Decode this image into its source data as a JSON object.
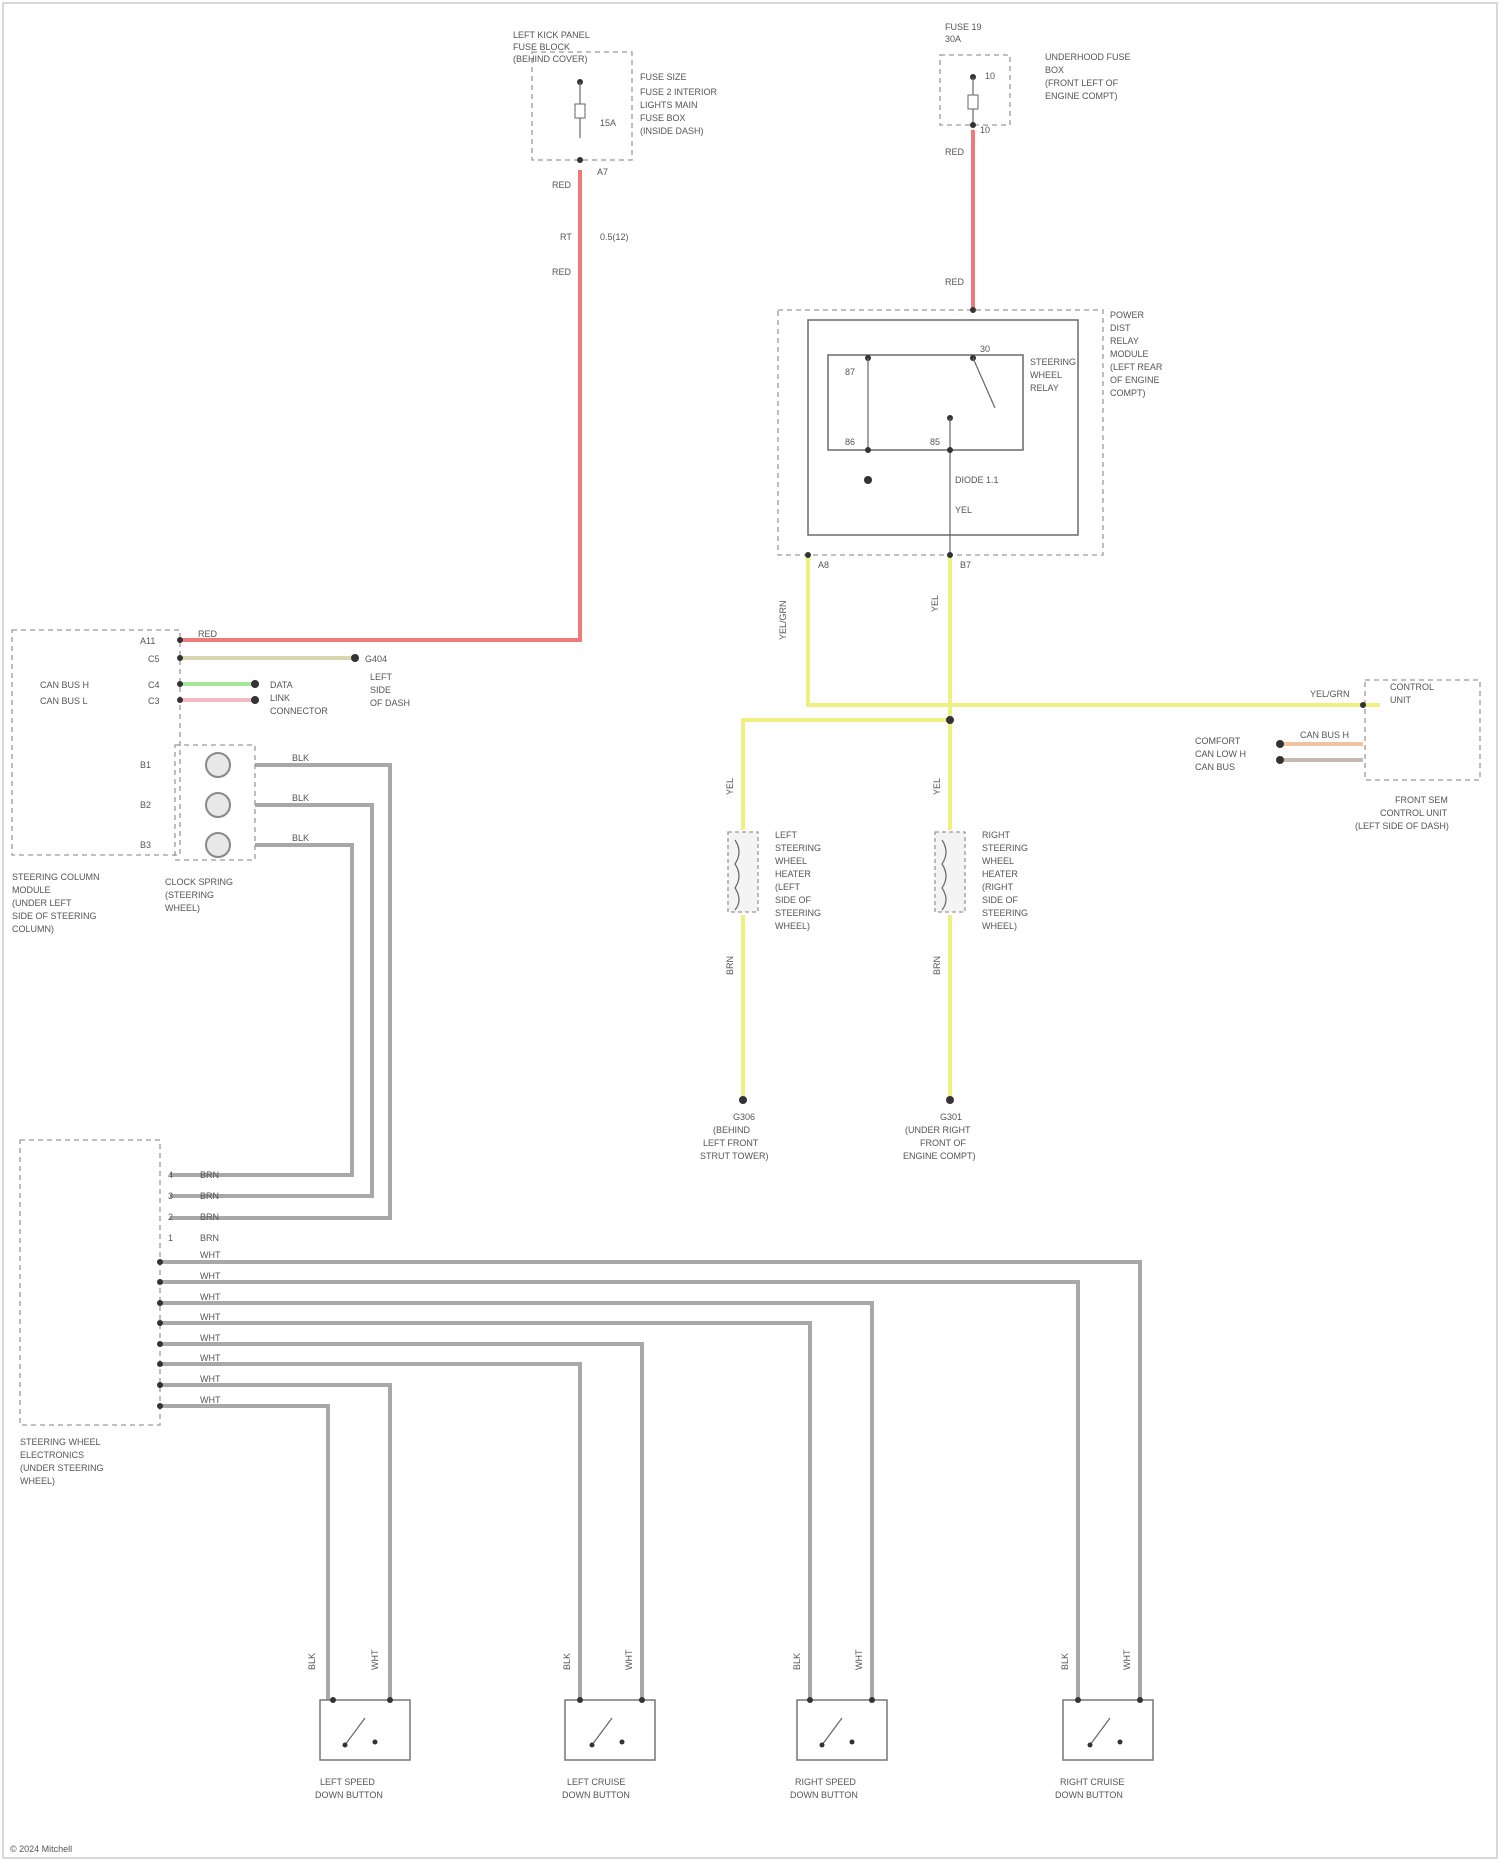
{
  "diagram": {
    "footer": "© 2024 Mitchell",
    "components": {
      "fuse_block": {
        "lines": [
          "LEFT KICK PANEL",
          "FUSE BLOCK",
          "(BEHIND COVER)"
        ],
        "fuse_note": [
          "FUSE SIZE",
          "15A"
        ],
        "output_pin": "A7"
      },
      "underhood_fuse": {
        "lines": [
          "FUSE 19",
          "30A"
        ],
        "label": [
          "UNDERHOOD FUSE",
          "BOX",
          "(FRONT LEFT OF",
          "ENGINE COMPT)"
        ],
        "pins": [
          "10",
          "10"
        ]
      },
      "relay_module": {
        "label": [
          "POWER",
          "DIST",
          "RELAY",
          "MODULE",
          "(LEFT REAR",
          "OF ENGINE",
          "COMPT)"
        ],
        "relay_label": [
          "STEERING",
          "WHEEL",
          "RELAY"
        ],
        "diode_label": [
          "DIODE 1.1"
        ],
        "pins": [
          "87",
          "30",
          "86",
          "85"
        ],
        "out_pins": [
          "A8",
          "B7"
        ]
      },
      "steering_column_module": {
        "label": [
          "STEERING COLUMN",
          "MODULE",
          "(UNDER LEFT",
          "SIDE OF STEERING",
          "COLUMN)"
        ],
        "pins": [
          "A11",
          "C5",
          "C4",
          "C3"
        ],
        "signal_labels": [
          "CAN BUS H",
          "CAN BUS L"
        ],
        "side_pins": [
          "B1",
          "B2",
          "B3"
        ]
      },
      "data_link": {
        "lines": [
          "DATA",
          "LINK",
          "CONNECTOR"
        ],
        "ground_label": [
          "G404"
        ]
      },
      "clockspring": {
        "label": [
          "CLOCK SPRING",
          "(STEERING",
          "WHEEL)"
        ],
        "wire_labels": [
          "BLK",
          "BLK",
          "BLK"
        ]
      },
      "steering_electronics": {
        "label": [
          "STEERING WHEEL",
          "ELECTRONICS",
          "(UNDER STEERING",
          "WHEEL)"
        ],
        "pins_top": [
          "4",
          "3",
          "2",
          "1"
        ],
        "wire_labels_top": [
          "BRN",
          "BRN",
          "BRN",
          "BRN"
        ],
        "wire_labels": [
          "WHT",
          "WHT",
          "WHT",
          "WHT",
          "WHT",
          "WHT",
          "WHT",
          "WHT"
        ]
      },
      "heater_left": {
        "label": [
          "LEFT",
          "STEERING",
          "WHEEL",
          "HEATER",
          "(LEFT",
          "SIDE OF",
          "STEERING",
          "WHEEL)"
        ]
      },
      "heater_right": {
        "label": [
          "RIGHT",
          "STEERING",
          "WHEEL",
          "HEATER",
          "(RIGHT",
          "SIDE OF",
          "STEERING",
          "WHEEL)"
        ]
      },
      "ground_left": {
        "label": [
          "G306",
          "(BEHIND",
          "LEFT FRONT",
          "STRUT TOWER)"
        ]
      },
      "ground_right": {
        "label": [
          "G301",
          "(UNDER RIGHT",
          "FRONT OF",
          "ENGINE COMPT)"
        ]
      },
      "heater_control": {
        "label": [
          "FRONT SEM",
          "CONTROL UNIT",
          "(LEFT SIDE OF DASH)"
        ],
        "signal_label": [
          "CAN BUS H"
        ],
        "side_labels": [
          "COMFORT",
          "CAN LOW H",
          "CAN BUS"
        ]
      },
      "switches": [
        {
          "label": [
            "LEFT SPEED",
            "DOWN BUTTON"
          ],
          "pins": [
            "BLK",
            "WHT"
          ]
        },
        {
          "label": [
            "LEFT CRUISE",
            "DOWN BUTTON"
          ],
          "pins": [
            "BLK",
            "WHT"
          ]
        },
        {
          "label": [
            "RIGHT SPEED",
            "DOWN BUTTON"
          ],
          "pins": [
            "BLK",
            "WHT"
          ]
        },
        {
          "label": [
            "RIGHT CRUISE",
            "DOWN BUTTON"
          ],
          "pins": [
            "BLK",
            "WHT"
          ]
        }
      ]
    },
    "wire_colors": {
      "power": "#f07a7a",
      "heater": "#eef080",
      "signal": "#a8a8a8",
      "can_high": "#a6e59a",
      "can_low": "#f3b8c0"
    },
    "wire_labels": {
      "red_top": "RED",
      "red_mid": "RED",
      "red_fuse": "RED",
      "red_relay": "RED",
      "yel_left": "YEL/GRN",
      "yel_right": "YEL",
      "yel_heater_l": "YEL",
      "yel_heater_r": "YEL",
      "gnd_l": "BRN",
      "gnd_r": "BRN",
      "ctrl_label": "YEL/GRN"
    }
  }
}
